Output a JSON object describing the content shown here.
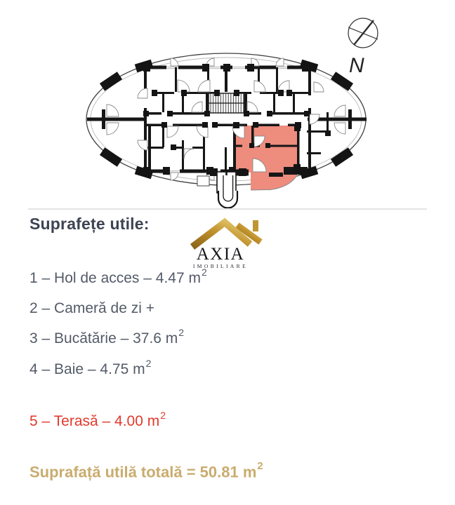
{
  "floorplan": {
    "compass_label": "N",
    "highlight_color": "#EE8C7E",
    "wall_color": "#161616"
  },
  "logo": {
    "name": "AXIA",
    "subtitle": "IMOBILIARE",
    "gold_dark": "#8C6519",
    "gold_mid": "#C0912B",
    "gold_light": "#EDD67E"
  },
  "sections": {
    "heading": "Suprafețe utile:"
  },
  "rooms": [
    {
      "text": "1 – Hol de acces – 4.47 m",
      "sup": "2"
    },
    {
      "text": "2 – Cameră de zi +",
      "sup": ""
    },
    {
      "text": "3 – Bucătărie – 37.6 m",
      "sup": "2"
    },
    {
      "text": "4 – Baie – 4.75 m",
      "sup": "2"
    }
  ],
  "terrace": {
    "text": "5 – Terasă – 4.00 m",
    "sup": "2",
    "color": "#E2392C"
  },
  "total": {
    "text": "Suprafață utilă totală = 50.81 m",
    "sup": "2",
    "color": "#C9AC6E"
  }
}
